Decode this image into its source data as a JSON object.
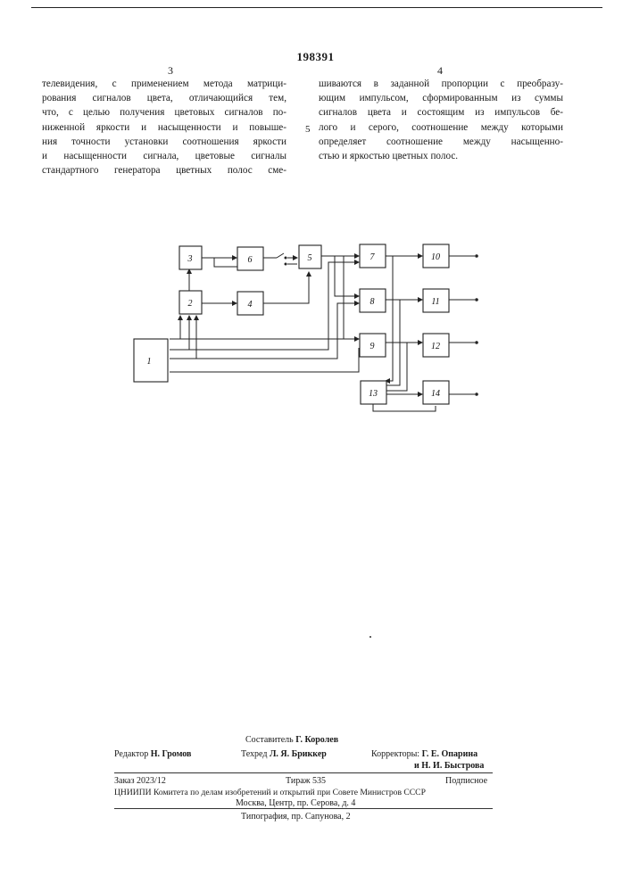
{
  "header": {
    "patent_number": "198391",
    "left_column_number": "3",
    "right_column_number": "4",
    "margin_line_marker": "5"
  },
  "text": {
    "left_column": [
      "телевидения, с применением метода матрици-",
      "рования сигналов цвета, отличающийся тем,",
      "что, с целью получения цветовых сигналов по-",
      "ниженной яркости и насыщенности и повыше-",
      "ния точности установки соотношения яркости",
      "и насыщенности сигнала, цветовые сигналы",
      "стандартного генератора цветных полос сме-"
    ],
    "right_column": [
      "шиваются в заданной пропорции с преобразу-",
      "ющим импульсом, сформированным из суммы",
      "сигналов цвета и состоящим из импульсов бе-",
      "лого и серого, соотношение между которыми",
      "определяет соотношение между насыщенно-",
      "стью и яркостью цветных полос."
    ]
  },
  "diagram": {
    "blocks": [
      "1",
      "2",
      "3",
      "4",
      "5",
      "6",
      "7",
      "8",
      "9",
      "10",
      "11",
      "12",
      "13",
      "14"
    ]
  },
  "footer": {
    "compiler_label": "Составитель",
    "compiler_name": "Г. Королев",
    "editor_label": "Редактор",
    "editor_name": "Н. Громов",
    "techred_label": "Техред",
    "techred_name": "Л. Я. Бриккер",
    "correctors_label": "Корректоры:",
    "corrector_1": "Г. Е. Опарина",
    "corrector_2": "и Н. И. Быстрова",
    "order": "Заказ 2023/12",
    "circulation": "Тираж 535",
    "subscription": "Подписное",
    "institute_line": "ЦНИИПИ Комитета по делам изобретений и открытий при Совете Министров СССР",
    "address_line": "Москва, Центр, пр. Серова, д. 4",
    "printing_line": "Типография, пр. Сапунова, 2"
  }
}
